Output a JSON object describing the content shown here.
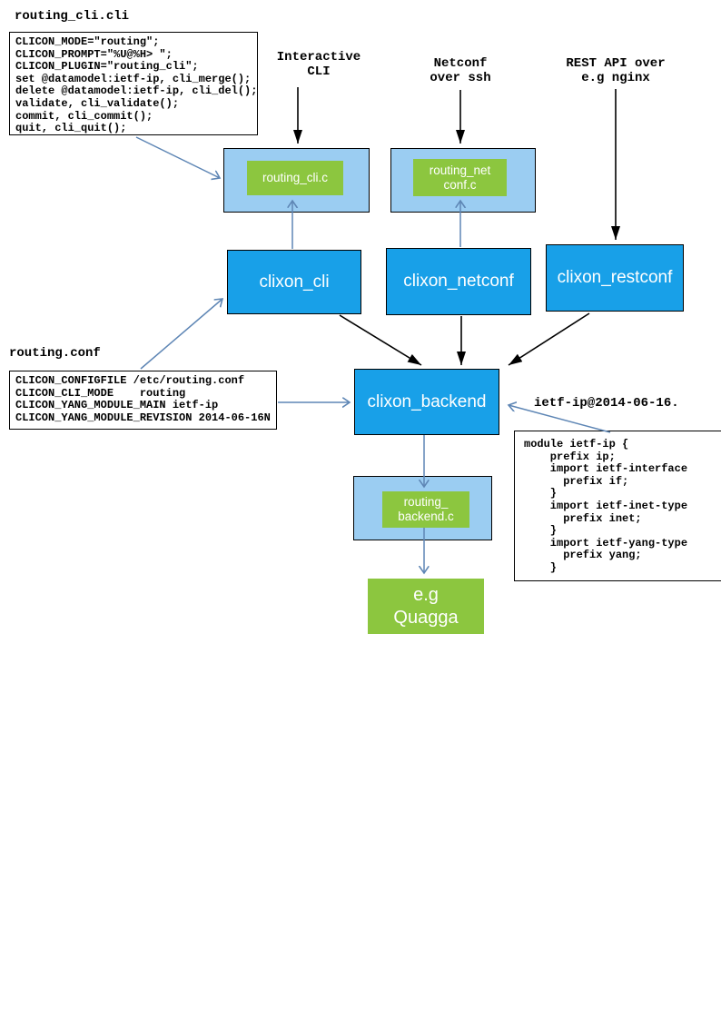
{
  "page": {
    "background": "#ffffff"
  },
  "colors": {
    "node_blue": "#18a0e8",
    "plugin_bg_blue": "#9bcdf2",
    "plugin_green": "#8cc63f",
    "arrow_blue": "#5e86b5",
    "arrow_black": "#000000",
    "box_border": "#000000",
    "code_text": "#000000"
  },
  "files": {
    "routing_cli": {
      "title": "routing_cli.cli",
      "lines": [
        "CLICON_MODE=\"routing\";",
        "CLICON_PROMPT=\"%U@%H> \";",
        "CLICON_PLUGIN=\"routing_cli\";",
        "set @datamodel:ietf-ip, cli_merge();",
        "delete @datamodel:ietf-ip, cli_del();",
        "validate, cli_validate();",
        "commit, cli_commit();",
        "quit, cli_quit();"
      ]
    },
    "routing_conf": {
      "title": "routing.conf",
      "lines": [
        "CLICON_CONFIGFILE /etc/routing.conf",
        "CLICON_CLI_MODE    routing",
        "CLICON_YANG_MODULE_MAIN ietf-ip",
        "CLICON_YANG_MODULE_REVISION 2014-06-16N"
      ]
    },
    "yang_module": {
      "title": "ietf-ip@2014-06-16.",
      "lines": [
        "module ietf-ip {",
        "    prefix ip;",
        "    import ietf-interface",
        "      prefix if;",
        "    }",
        "    import ietf-inet-type",
        "      prefix inet;",
        "    }",
        "    import ietf-yang-type",
        "      prefix yang;",
        "    }"
      ]
    }
  },
  "annotations": {
    "interactive_cli": [
      "Interactive",
      "CLI"
    ],
    "netconf_ssh": [
      "Netconf",
      "over ssh"
    ],
    "rest_api": [
      "REST API over",
      "e.g nginx"
    ]
  },
  "nodes": {
    "clixon_cli": "clixon_cli",
    "clixon_netconf": "clixon_netconf",
    "clixon_restconf": "clixon_restconf",
    "clixon_backend": "clixon_backend",
    "routing_cli_plugin": [
      "routing_cli.c"
    ],
    "routing_netconf_plugin": [
      "routing_net",
      "conf.c"
    ],
    "routing_backend_plugin": [
      "routing_",
      "backend.c"
    ],
    "quagga": [
      "e.g",
      "Quagga"
    ]
  }
}
